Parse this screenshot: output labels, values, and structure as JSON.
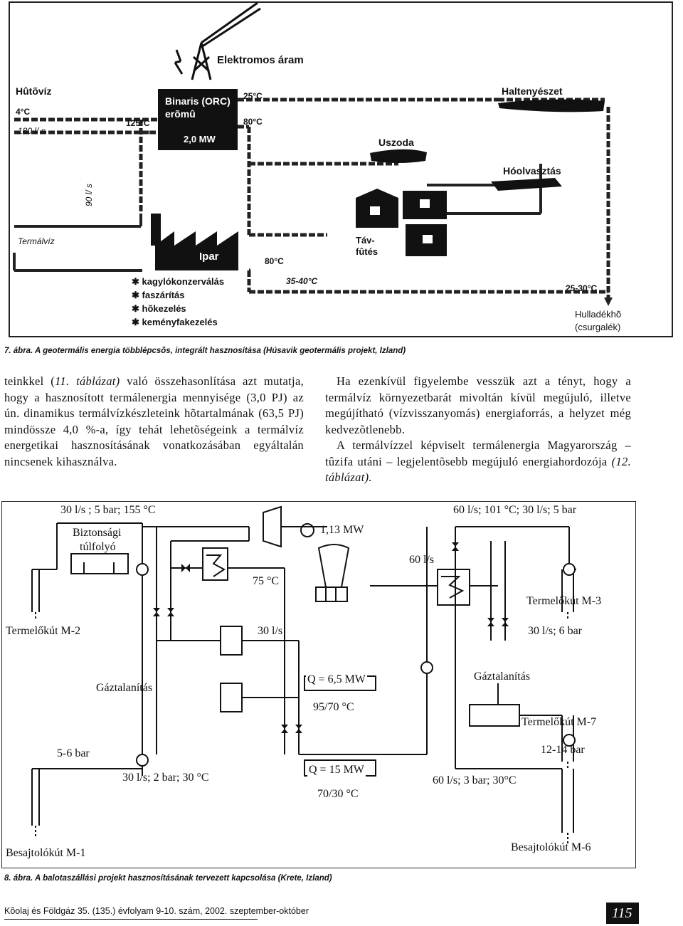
{
  "figure7": {
    "labels": {
      "hutoviz": "Hûtõvíz",
      "temp4": "4°C",
      "flow180": "180 l/ s",
      "flow90": "90 l/ s",
      "termalviz": "Termálvíz",
      "temp125": "125°C",
      "orc_line1": "Binaris (ORC)",
      "orc_line2": "erõmû",
      "orc_power": "2,0 MW",
      "temp25": "25°C",
      "temp80a": "80°C",
      "elektromos": "Elektromos áram",
      "haltenyeszet": "Haltenyészet",
      "uszoda": "Uszoda",
      "hoolvasztas": "Hóolvasztás",
      "tav1": "Táv-",
      "tav2": "fûtés",
      "ipar": "Ipar",
      "temp80b": "80°C",
      "temp3540": "35-40°C",
      "temp2530": "25-30°C",
      "hulladek1": "Hulladékhõ",
      "hulladek2": "(csurgalék)"
    },
    "industry_items": [
      "kagylókonzerválás",
      "faszárítás",
      "hõkezelés",
      "keményfakezelés"
    ],
    "caption": "7. ábra. A geotermális energia többlépcsôs, integrált hasznosítása (Húsavik geotermális projekt, Izland)"
  },
  "text": {
    "col1_pre": "teinkkel (",
    "col1_ref": "11. táblázat)",
    "col1_rest": " való összehasonlítása azt mutatja, hogy a hasznosított termálenergia mennyisége (3,0 PJ) az ún. dinamikus termálvízkészleteink hõtartalmának (63,5 PJ) mindössze 4,0 %-a, így tehát lehetõségeink a termálvíz energetikai hasznosításának vonatkozásában egyáltalán nincsenek kihasználva.",
    "col2_p1": "Ha ezenkívül figyelembe vesszük azt a tényt, hogy a termálvíz környezetbarát mivoltán kívül megújuló, illetve megújítható (vízvisszanyomás) energiaforrás, a helyzet még kedvezõtlenebb.",
    "col2_p2_main": "A termálvízzel képviselt termálenergia Magyarország – tûzifa utáni – legjelentõsebb megújuló energiahordozója ",
    "col2_p2_ref": "(12. táblázat)."
  },
  "figure8": {
    "labels": {
      "top_left": "30 l/s ;  5 bar;  155 °C",
      "biztonsagi1": "Biztonsági",
      "biztonsagi2": "túlfolyó",
      "power": "1,13 MW",
      "top_right": "60 l/s;  101 °C;  30 l/s;  5 bar",
      "flow60": "60 l/s",
      "temp75": "75 °C",
      "m3": "Termelőkút  M-3",
      "m2": "Termelőkút  M-2",
      "flow30": "30 l/s",
      "flow30_6bar": "30 l/s;  6 bar",
      "q65": "Q = 6,5 MW",
      "gaz_left": "Gáztalanítás",
      "gaz_right": "Gáztalanítás",
      "t9570": "95/70 °C",
      "m7": "Termelőkút  M-7",
      "bar56": "5-6 bar",
      "bar1214": "12-14 bar",
      "q15": "Q = 15 MW",
      "left_bottom": "30 l/s;  2 bar;  30 °C",
      "right_bottom": "60 l/s;  3 bar;  30°C",
      "t7030": "70/30 °C",
      "m1": "Besajtolókút  M-1",
      "m6": "Besajtolókút  M-6"
    },
    "caption": "8. ábra. A balotaszállási projekt hasznosításának tervezett kapcsolása (Krete, Izland)"
  },
  "footer": {
    "journal": "Kõolaj és Földgáz 35. (135.) évfolyam 9-10. szám, 2002. szeptember-október",
    "page_number": "115"
  },
  "colors": {
    "ink": "#111111",
    "page_box": "#222222"
  }
}
